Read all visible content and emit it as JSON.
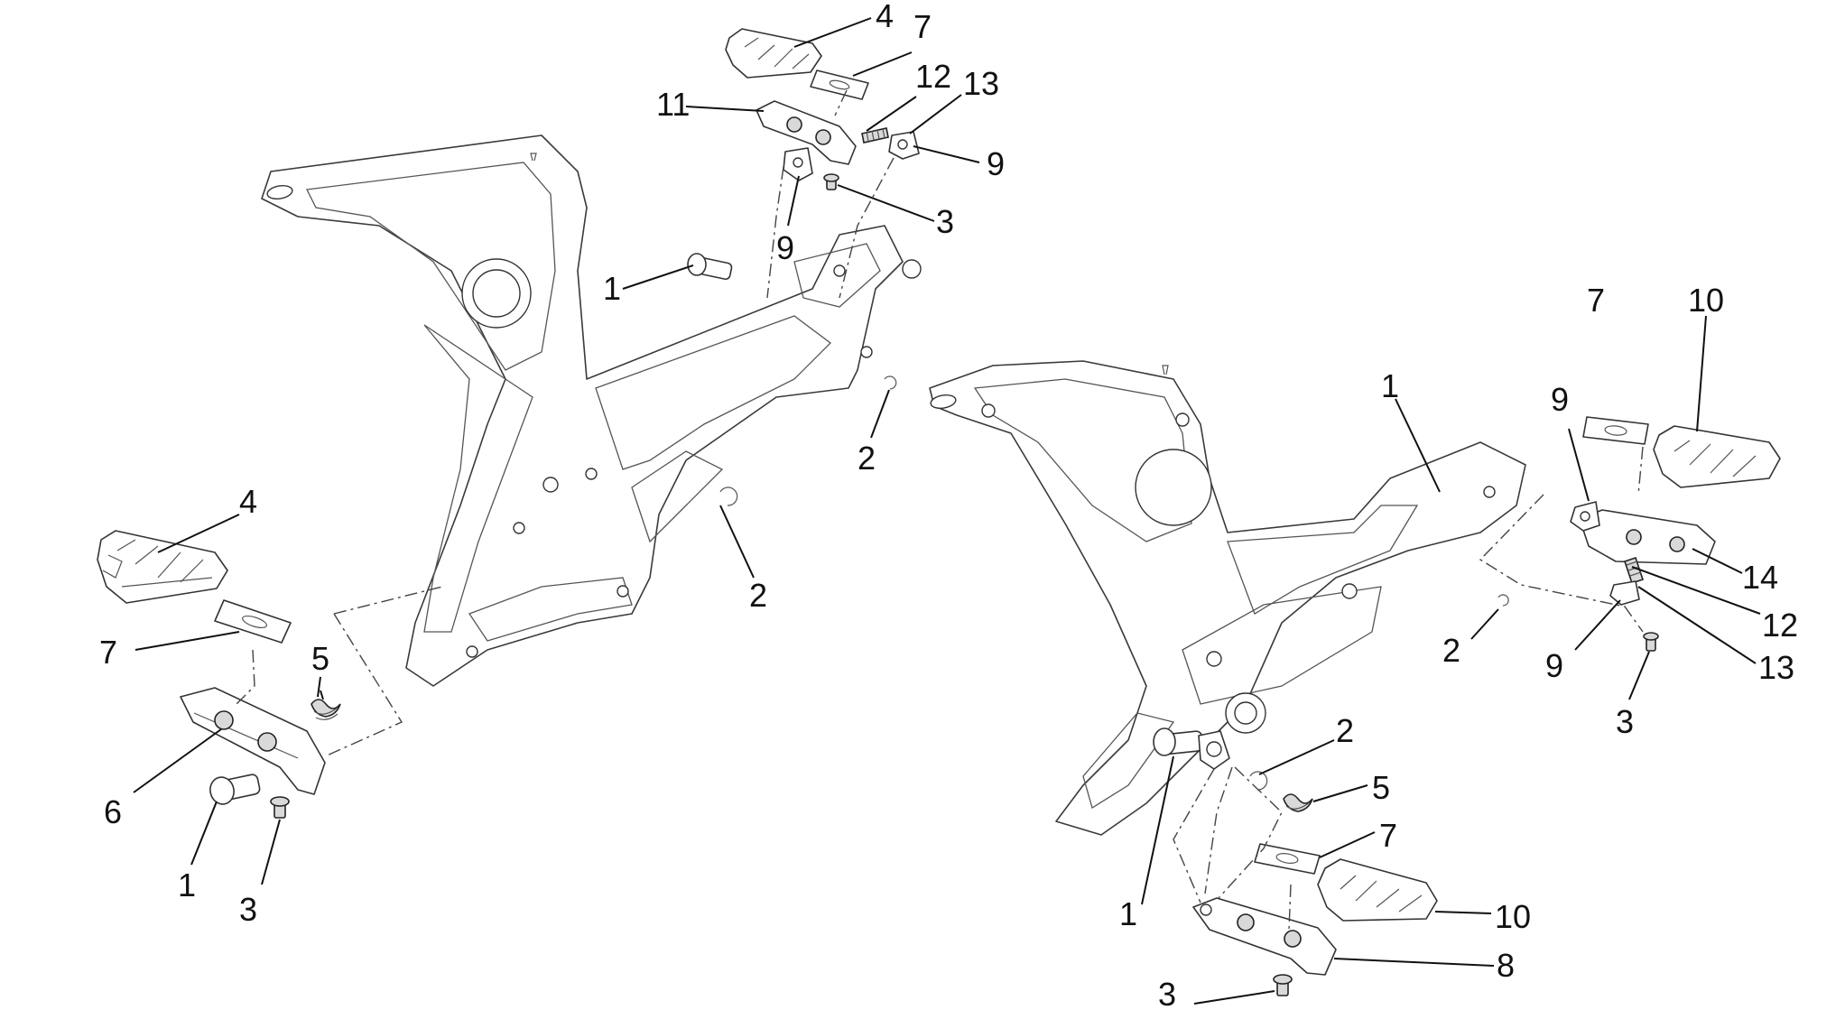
{
  "callouts": {
    "c01": "4",
    "c02": "7",
    "c03": "12",
    "c04": "13",
    "c05": "11",
    "c06": "9",
    "c07": "3",
    "c08": "9",
    "c09": "1",
    "c10": "2",
    "c11": "4",
    "c12": "2",
    "c13": "7",
    "c14": "5",
    "c15": "6",
    "c16": "1",
    "c17": "3",
    "c18": "7",
    "c19": "10",
    "c20": "1",
    "c21": "9",
    "c22": "14",
    "c23": "12",
    "c24": "2",
    "c25": "9",
    "c26": "13",
    "c27": "3",
    "c28": "2",
    "c29": "5",
    "c30": "7",
    "c31": "1",
    "c32": "10",
    "c33": "8",
    "c34": "3"
  },
  "colors": {
    "line": "#333333",
    "background": "#ffffff"
  }
}
